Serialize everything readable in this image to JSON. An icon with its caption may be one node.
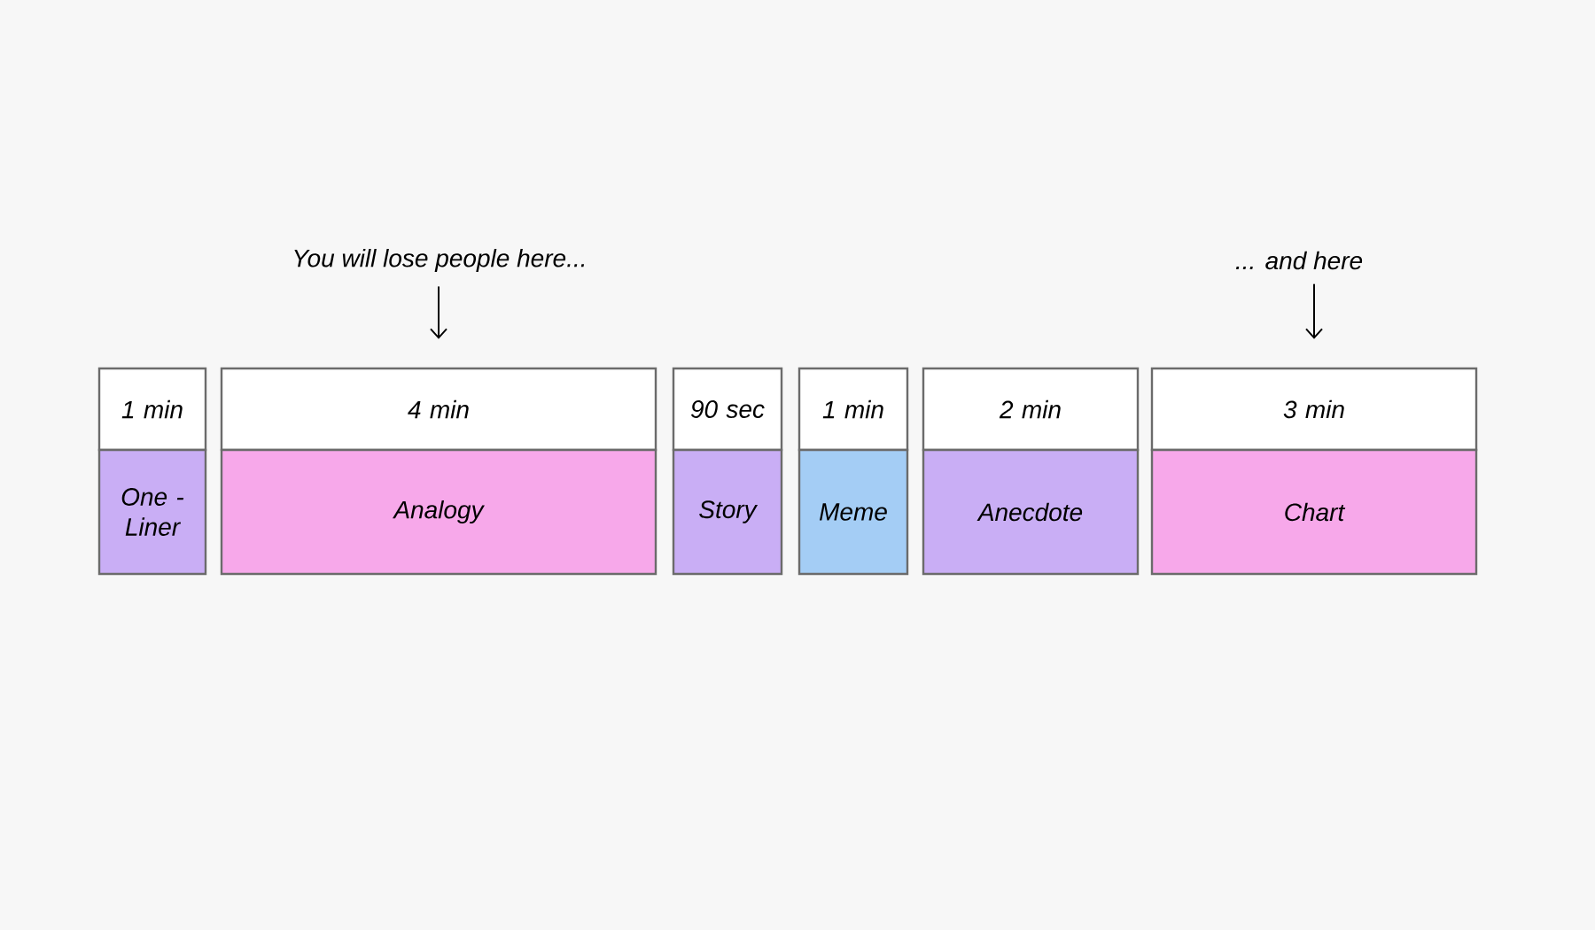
{
  "diagram": {
    "nodes": [
      {
        "text": [
          "You will lose people here..."
        ]
      },
      {
        "text": [
          "... and here"
        ]
      },
      {
        "text": [
          "1 min"
        ]
      },
      {
        "text": [
          "One - Liner"
        ]
      },
      {
        "text": [
          "4 min"
        ]
      },
      {
        "text": [
          "Analogy"
        ]
      },
      {
        "text": [
          "90 sec"
        ]
      },
      {
        "text": [
          "Story"
        ]
      },
      {
        "text": [
          "1 min"
        ]
      },
      {
        "text": [
          "Meme"
        ]
      },
      {
        "text": [
          "2 min"
        ]
      },
      {
        "text": [
          "Anecdote"
        ]
      },
      {
        "text": [
          "3 min"
        ]
      },
      {
        "text": [
          "Chart"
        ]
      }
    ],
    "edges": [
      {
        "from": 0,
        "to": 4,
        "arrow": "to"
      },
      {
        "from": 1,
        "to": 12,
        "arrow": "to"
      }
    ]
  }
}
